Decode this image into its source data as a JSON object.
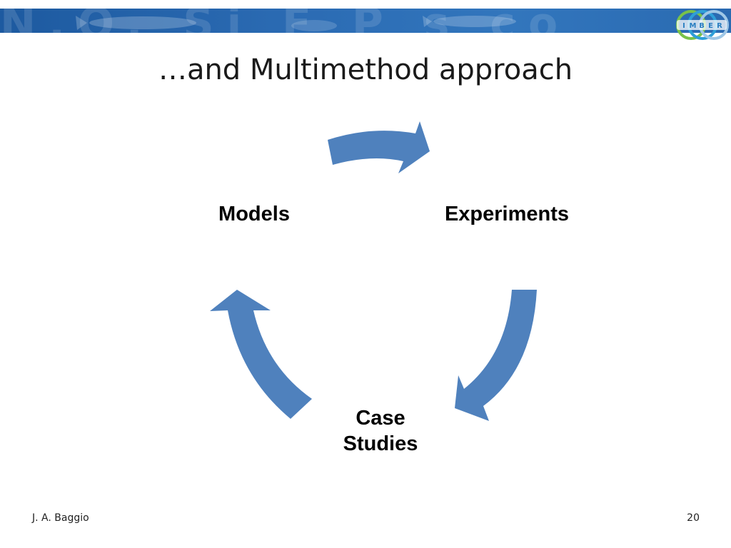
{
  "banner": {
    "watermark_text": "N.O. Si F P s co",
    "color": "#2b6bb3"
  },
  "logo": {
    "letters": [
      "I",
      "M",
      "B",
      "E",
      "R"
    ],
    "colors": [
      "#79c24a",
      "#2e9fd8",
      "#9fc7e6"
    ]
  },
  "slide": {
    "title": "…and Multimethod approach"
  },
  "cycle": {
    "nodes": {
      "models": "Models",
      "experiments": "Experiments",
      "case_studies_line1": "Case",
      "case_studies_line2": "Studies"
    },
    "arrow_color": "#4f81bd"
  },
  "footer": {
    "author": "J. A. Baggio",
    "page_number": "20"
  }
}
